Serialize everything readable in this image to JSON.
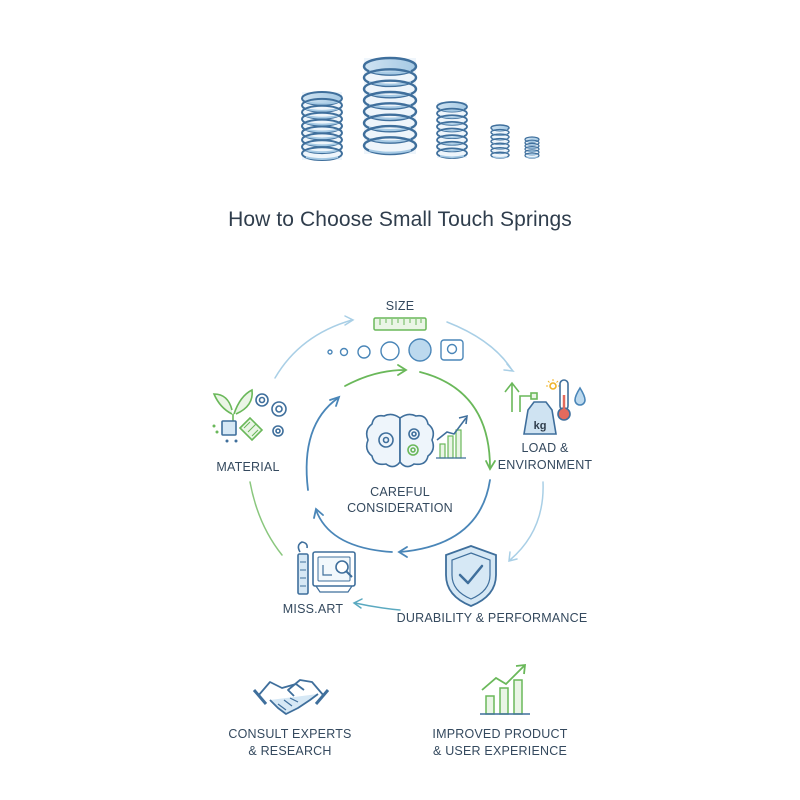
{
  "title": "How to Choose Small Touch Springs",
  "center": {
    "line1": "CAREFUL",
    "line2": "CONSIDERATION"
  },
  "stages": {
    "size": "SIZE",
    "load_line1": "LOAD &",
    "load_line2": "ENVIRONMENT",
    "durability": "DURABILITY & PERFORMANCE",
    "missart": "MISS.ART",
    "material": "MATERIAL"
  },
  "outcomes": {
    "consult_line1": "CONSULT EXPERTS",
    "consult_line2": "& RESEARCH",
    "improved_line1": "IMPROVED PRODUCT",
    "improved_line2": "& USER EXPERIENCE"
  },
  "weight_label": "kg",
  "colors": {
    "blue": "#4a86b8",
    "light_blue": "#a9cfe6",
    "green": "#6ab85a",
    "dark": "#2f3d4c"
  },
  "icons": [
    "spring-icon",
    "ruler-icon",
    "brain-gears-icon",
    "growth-chart-icon",
    "weight-icon",
    "thermometer-icon",
    "shield-check-icon",
    "caliper-blueprint-icon",
    "leaf-gears-icon",
    "handshake-icon"
  ]
}
